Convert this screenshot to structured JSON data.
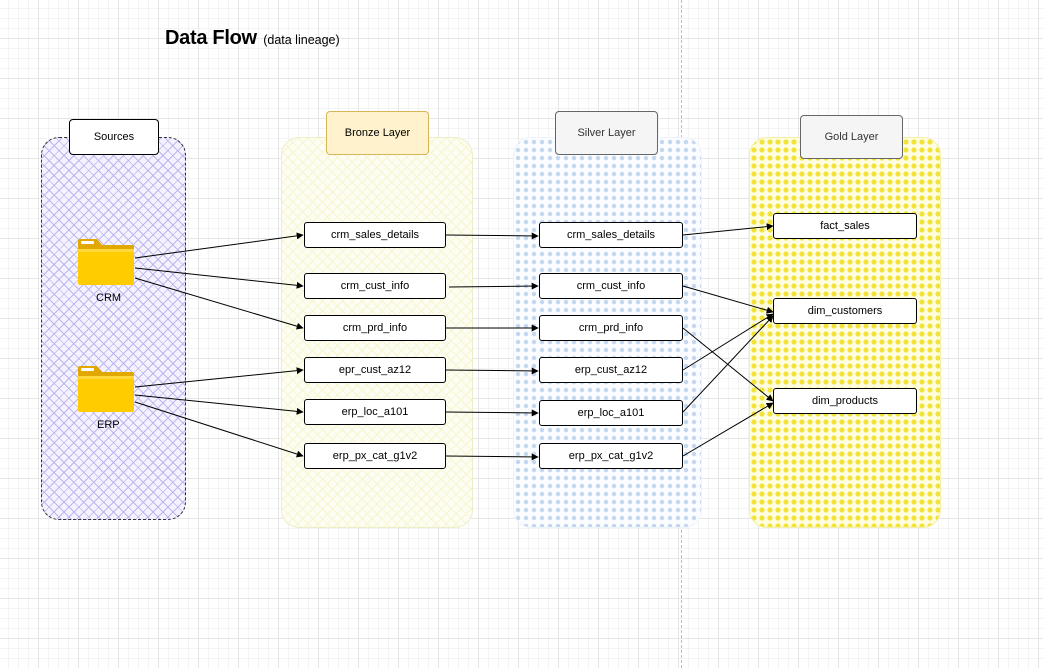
{
  "title": {
    "main": "Data Flow",
    "sub": "(data lineage)"
  },
  "sources": {
    "header": "Sources",
    "items": [
      {
        "id": "crm",
        "label": "CRM"
      },
      {
        "id": "erp",
        "label": "ERP"
      }
    ]
  },
  "layers": {
    "bronze": {
      "header": "Bronze Layer",
      "tables": [
        "crm_sales_details",
        "crm_cust_info",
        "crm_prd_info",
        "epr_cust_az12",
        "erp_loc_a101",
        "erp_px_cat_g1v2"
      ]
    },
    "silver": {
      "header": "Silver Layer",
      "tables": [
        "crm_sales_details",
        "crm_cust_info",
        "crm_prd_info",
        "erp_cust_az12",
        "erp_loc_a101",
        "erp_px_cat_g1v2"
      ]
    },
    "gold": {
      "header": "Gold Layer",
      "tables": [
        "fact_sales",
        "dim_customers",
        "dim_products"
      ]
    }
  },
  "edges": [
    {
      "from": "CRM",
      "to": "bronze.crm_sales_details"
    },
    {
      "from": "CRM",
      "to": "bronze.crm_cust_info"
    },
    {
      "from": "CRM",
      "to": "bronze.crm_prd_info"
    },
    {
      "from": "ERP",
      "to": "bronze.epr_cust_az12"
    },
    {
      "from": "ERP",
      "to": "bronze.erp_loc_a101"
    },
    {
      "from": "ERP",
      "to": "bronze.erp_px_cat_g1v2"
    },
    {
      "from": "bronze.crm_sales_details",
      "to": "silver.crm_sales_details"
    },
    {
      "from": "bronze.crm_cust_info",
      "to": "silver.crm_cust_info"
    },
    {
      "from": "bronze.crm_prd_info",
      "to": "silver.crm_prd_info"
    },
    {
      "from": "bronze.epr_cust_az12",
      "to": "silver.erp_cust_az12"
    },
    {
      "from": "bronze.erp_loc_a101",
      "to": "silver.erp_loc_a101"
    },
    {
      "from": "bronze.erp_px_cat_g1v2",
      "to": "silver.erp_px_cat_g1v2"
    },
    {
      "from": "silver.crm_sales_details",
      "to": "gold.fact_sales"
    },
    {
      "from": "silver.crm_cust_info",
      "to": "gold.dim_customers"
    },
    {
      "from": "silver.crm_prd_info",
      "to": "gold.dim_products"
    },
    {
      "from": "silver.erp_cust_az12",
      "to": "gold.dim_customers"
    },
    {
      "from": "silver.erp_loc_a101",
      "to": "gold.dim_customers"
    },
    {
      "from": "silver.erp_px_cat_g1v2",
      "to": "gold.dim_products"
    }
  ],
  "colors": {
    "sources_fill": "#f4f2ff",
    "sources_hatch": "#bdb6ee",
    "bronze_header_fill": "#fff2cc",
    "bronze_header_border": "#d6b656",
    "silver_dots": "#c5d6ef",
    "gold_dots": "#f2e33a",
    "folder": "#ffcc00"
  }
}
